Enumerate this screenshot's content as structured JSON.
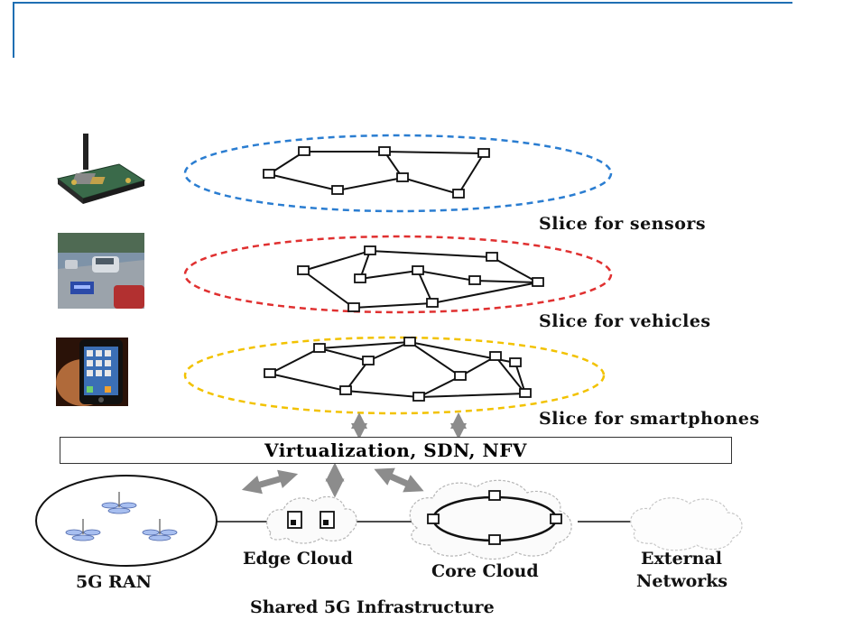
{
  "slices": [
    {
      "label": "Slice for sensors",
      "color": "#2a7dd1",
      "device": "sensor-board"
    },
    {
      "label": "Slice for vehicles",
      "color": "#e03030",
      "device": "vehicles-photo"
    },
    {
      "label": "Slice for smartphones",
      "color": "#f2c200",
      "device": "smartphone"
    }
  ],
  "virtualization_label": "Virtualization, SDN, NFV",
  "infrastructure": {
    "ran": "5G RAN",
    "edge": "Edge Cloud",
    "core": "Core Cloud",
    "external_line1": "External",
    "external_line2": "Networks",
    "footer": "Shared 5G Infrastructure"
  },
  "colors": {
    "frame": "#1f6fb3",
    "arrow": "#8c8c8c"
  }
}
